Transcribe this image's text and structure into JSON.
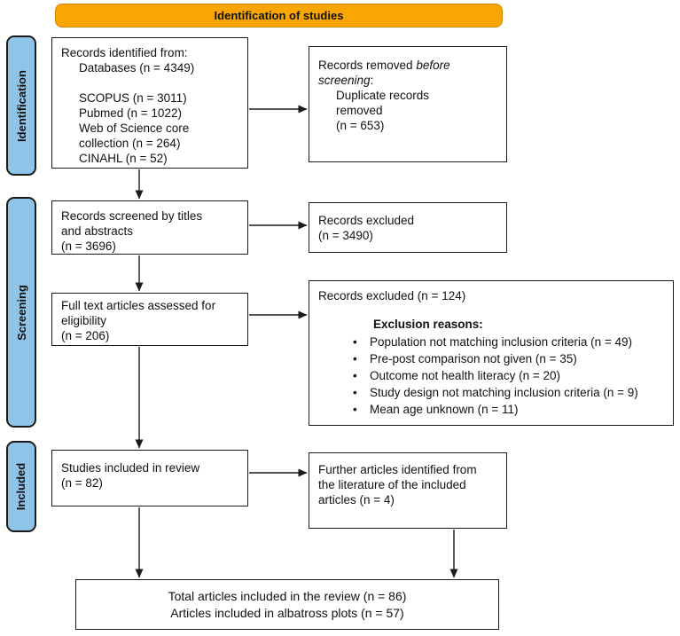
{
  "banner": {
    "title": "Identification of studies"
  },
  "stages": {
    "identification": "Identification",
    "screening": "Screening",
    "included": "Included"
  },
  "boxes": {
    "identified": {
      "lines": [
        "Records identified from:",
        "Databases (n = 4349)",
        "",
        "SCOPUS (n = 3011)",
        "Pubmed (n = 1022)",
        "Web of Science core",
        "collection (n = 264)",
        "CINAHL (n = 52)"
      ]
    },
    "removed": {
      "l1_normal": "Records removed",
      "l1_italic": "before",
      "l2_italic": "screening",
      "l2_normal": ":",
      "lines": [
        "Duplicate records",
        "removed",
        "(n = 653)"
      ]
    },
    "screened": {
      "lines": [
        "Records screened by titles",
        "and abstracts",
        "(n = 3696)"
      ]
    },
    "excluded_titles": {
      "lines": [
        "Records excluded",
        "(n = 3490)"
      ]
    },
    "fulltext": {
      "lines": [
        "Full text articles assessed for",
        "eligibility",
        "(n = 206)"
      ]
    },
    "excluded_fulltext": {
      "title": "Records excluded (n = 124)",
      "reasons_heading": "Exclusion reasons:",
      "bullets": [
        "Population not matching inclusion criteria (n = 49)",
        "Pre-post comparison not given (n = 35)",
        "Outcome not health literacy (n = 20)",
        "Study design not matching inclusion criteria (n = 9)",
        "Mean age unknown (n = 11)"
      ]
    },
    "included_review": {
      "lines": [
        "Studies included in review",
        "(n = 82)"
      ]
    },
    "further_articles": {
      "lines": [
        "Further articles identified from",
        "the literature of the included",
        "articles (n = 4)"
      ]
    },
    "total": {
      "lines": [
        "Total articles included in the review (n = 86)",
        "Articles included in albatross plots (n = 57)"
      ]
    }
  },
  "colors": {
    "banner_orange": "#F9A602",
    "banner_border": "#D18700",
    "stage_blue": "#8FC4E8"
  }
}
